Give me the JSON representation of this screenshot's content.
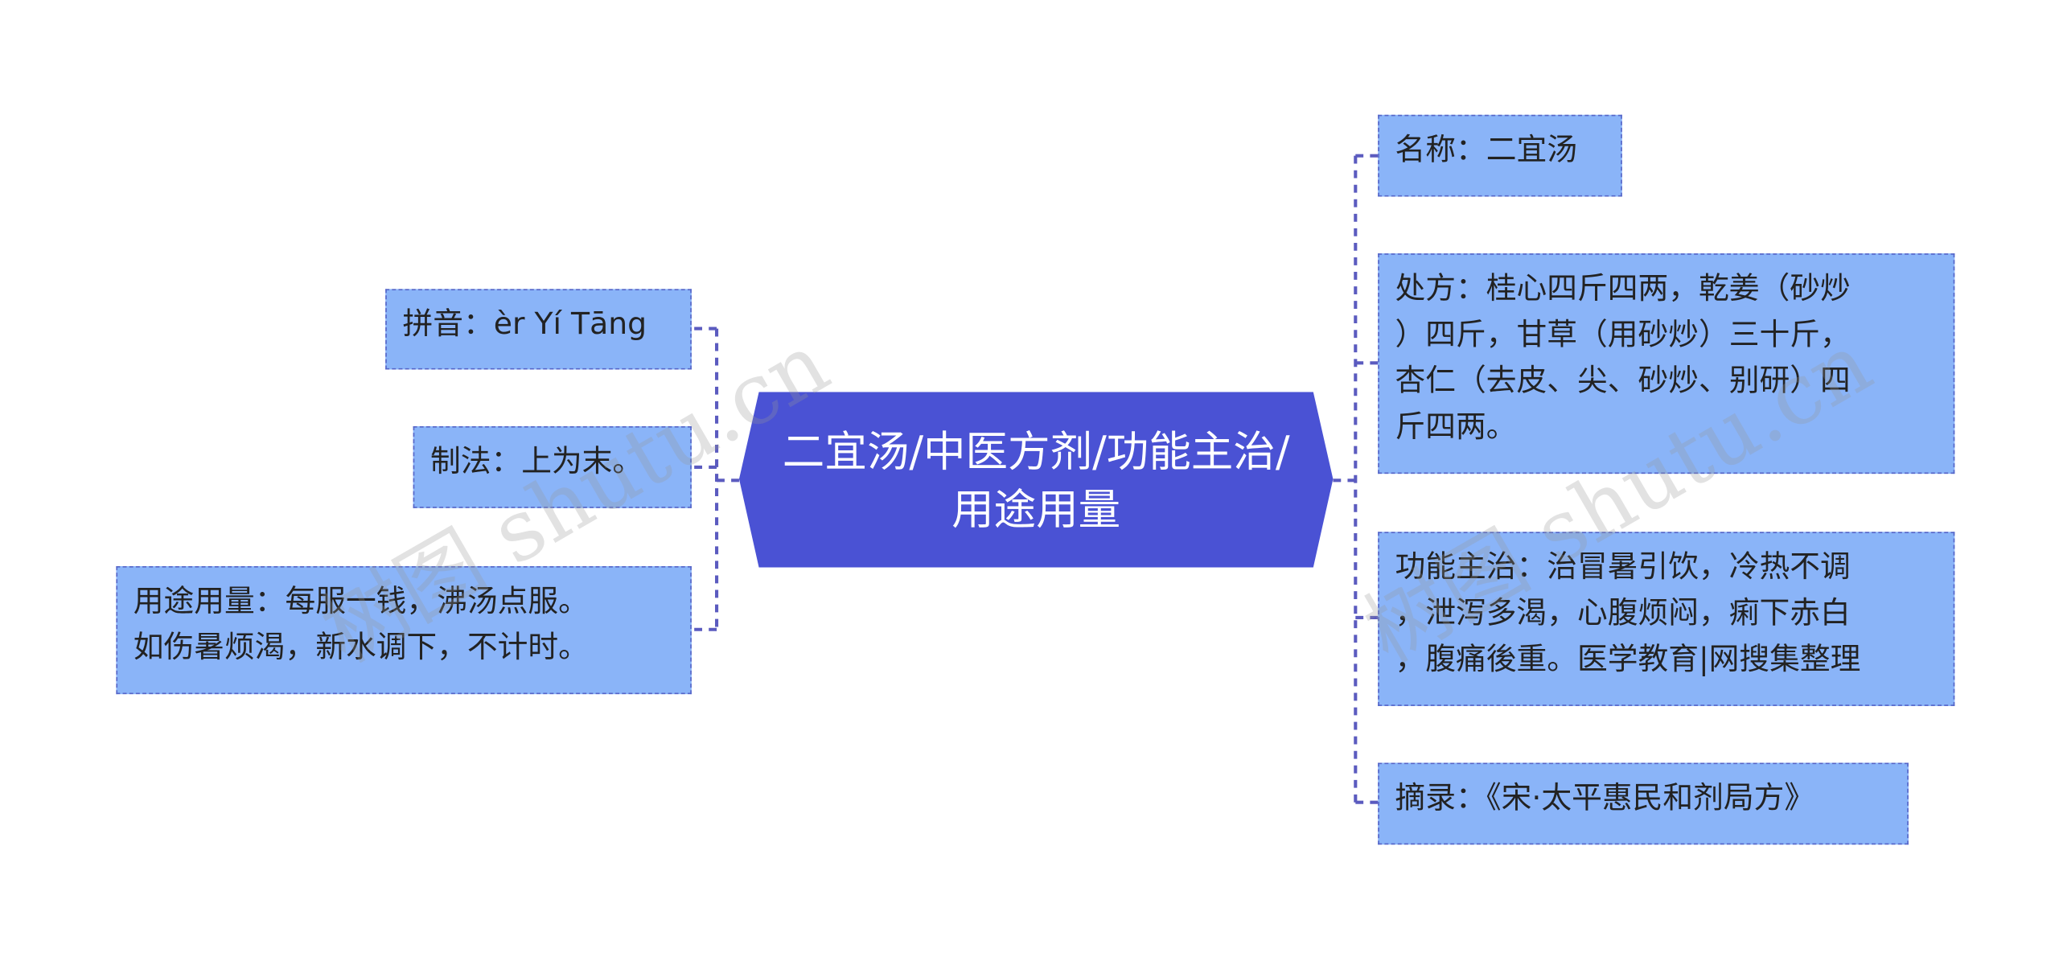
{
  "root": {
    "label": "二宜汤/中医方剂/功能主治/用途用量"
  },
  "left_nodes": [
    {
      "id": "pinyin",
      "text": "拼音：èr Yí Tāng"
    },
    {
      "id": "zhifa",
      "text": "制法：上为末。"
    },
    {
      "id": "yongtu",
      "text": "用途用量：每服一钱，沸汤点服。\n如伤暑烦渴，新水调下，不计时。"
    }
  ],
  "right_nodes": [
    {
      "id": "mingcheng",
      "text": "名称：二宜汤"
    },
    {
      "id": "chufang",
      "text": "处方：桂心四斤四两，乾姜（砂炒\n）四斤，甘草（用砂炒）三十斤，\n杏仁（去皮、尖、砂炒、别研）四\n斤四两。"
    },
    {
      "id": "gongneng",
      "text": "功能主治：治冒暑引饮，冷热不调\n，泄泻多渴，心腹烦闷，痢下赤白\n，腹痛後重。医学教育|网搜集整理"
    },
    {
      "id": "zhailu",
      "text": "摘录：《宋·太平惠民和剂局方》"
    }
  ],
  "watermarks": [
    "树图 shutu.cn",
    "树图 shutu.cn"
  ],
  "colors": {
    "root_fill": "#4a52d4",
    "node_fill": "#8ab4f8",
    "node_border": "#5565c8",
    "connector": "#5b5bbf"
  }
}
